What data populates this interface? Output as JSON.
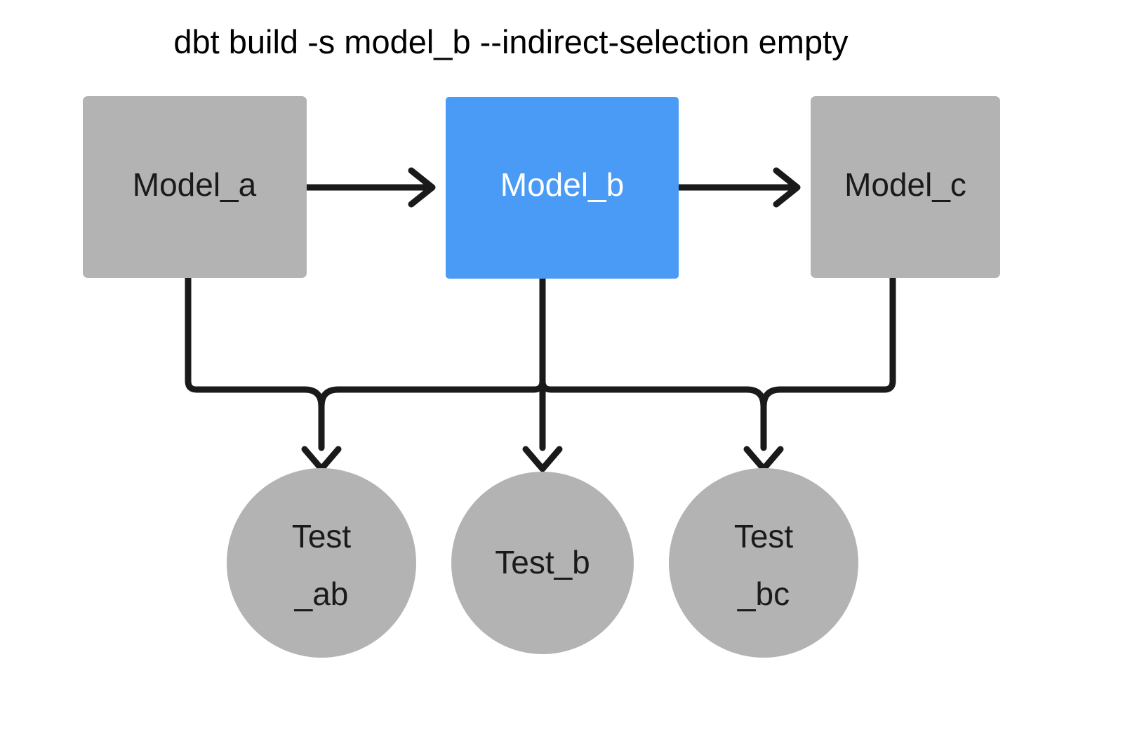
{
  "diagram": {
    "title": "dbt build -s model_b --indirect-selection empty",
    "title_color": "#1A1A1A",
    "background": "#FFFFFF",
    "edge_color": "#1A1A1A",
    "colors": {
      "node_gray": "#B3B3B3",
      "node_selected_blue": "#4A9BF5",
      "label_dark": "#1A1A1A",
      "label_light": "#FFFFFF"
    },
    "models": [
      {
        "id": "model_a",
        "label": "Model_a",
        "shape": "rect",
        "fill": "#B3B3B3",
        "text_color": "#1A1A1A",
        "selected": false
      },
      {
        "id": "model_b",
        "label": "Model_b",
        "shape": "rect",
        "fill": "#4A9BF5",
        "text_color": "#FFFFFF",
        "selected": true
      },
      {
        "id": "model_c",
        "label": "Model_c",
        "shape": "rect",
        "fill": "#B3B3B3",
        "text_color": "#1A1A1A",
        "selected": false
      }
    ],
    "tests": [
      {
        "id": "test_ab",
        "label": "Test_ab",
        "line1": "Test",
        "line2": "_ab",
        "shape": "circle",
        "fill": "#B3B3B3",
        "text_color": "#1A1A1A",
        "selected": false
      },
      {
        "id": "test_b",
        "label": "Test_b",
        "line1": "Test_b",
        "line2": "",
        "shape": "circle",
        "fill": "#B3B3B3",
        "text_color": "#1A1A1A",
        "selected": false
      },
      {
        "id": "test_bc",
        "label": "Test_bc",
        "line1": "Test",
        "line2": "_bc",
        "shape": "circle",
        "fill": "#B3B3B3",
        "text_color": "#1A1A1A",
        "selected": false
      }
    ],
    "edges": [
      {
        "id": "a-to-b",
        "from": "model_a",
        "to": "model_b",
        "style": "straight-horizontal"
      },
      {
        "id": "b-to-c",
        "from": "model_b",
        "to": "model_c",
        "style": "straight-horizontal"
      },
      {
        "id": "a-to-test_ab",
        "from": "model_a",
        "to": "test_ab",
        "style": "elbow"
      },
      {
        "id": "b-to-test_ab",
        "from": "model_b",
        "to": "test_ab",
        "style": "elbow"
      },
      {
        "id": "b-to-test_b",
        "from": "model_b",
        "to": "test_b",
        "style": "straight-vertical"
      },
      {
        "id": "b-to-test_bc",
        "from": "model_b",
        "to": "test_bc",
        "style": "elbow"
      },
      {
        "id": "c-to-test_bc",
        "from": "model_c",
        "to": "test_bc",
        "style": "elbow"
      }
    ]
  }
}
